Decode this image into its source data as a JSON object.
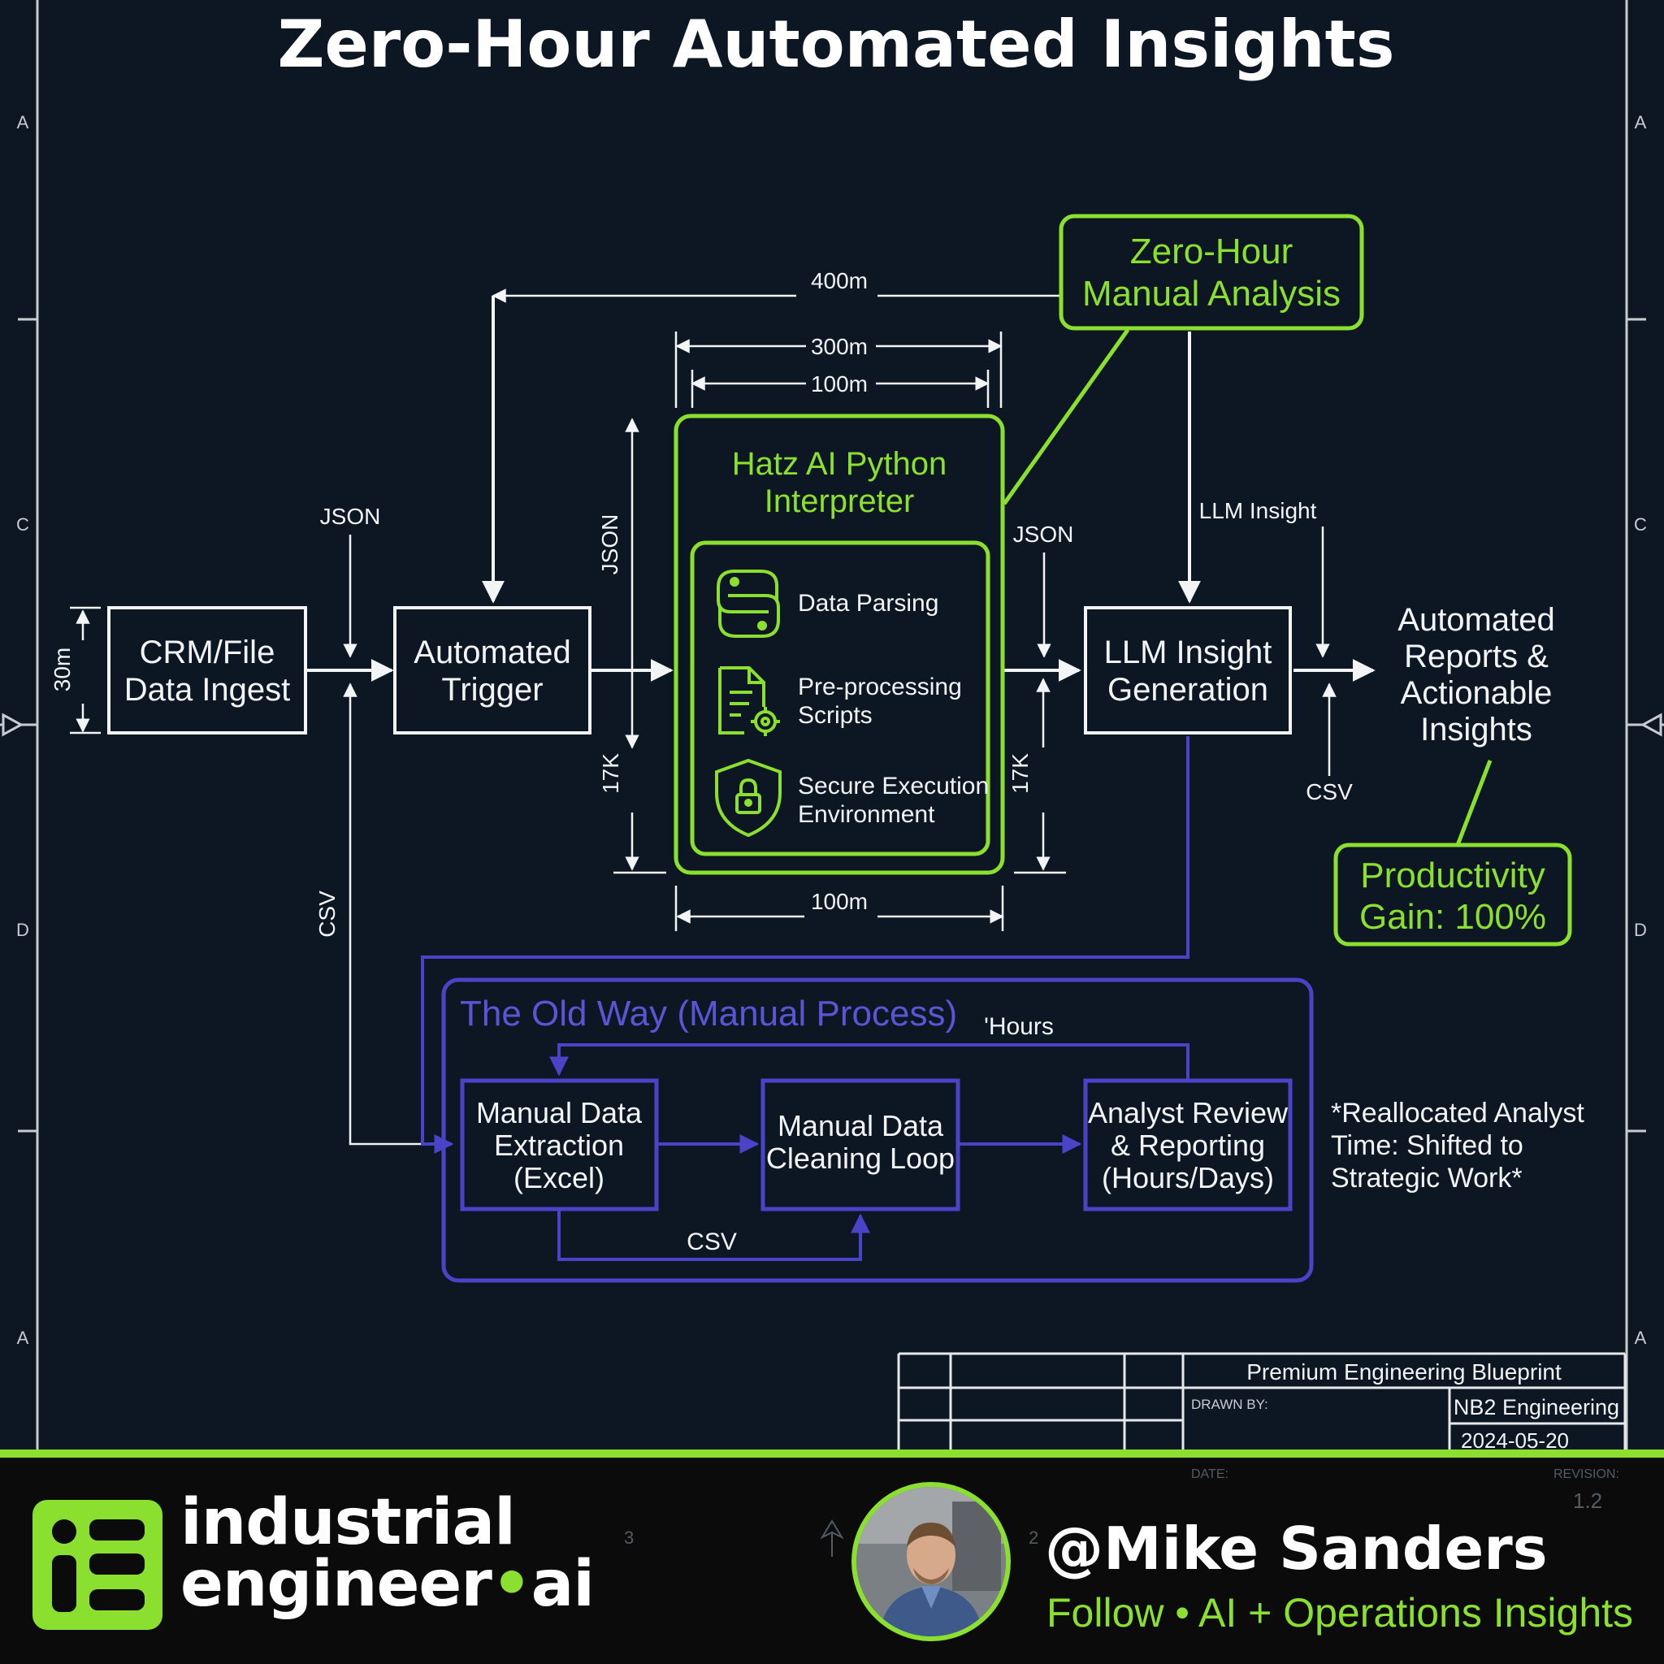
{
  "title": "Zero-Hour Automated Insights",
  "border_letters": {
    "a": "A",
    "c": "C",
    "d": "D"
  },
  "nodes": {
    "crm_ingest": [
      "CRM/File",
      "Data Ingest"
    ],
    "automated_trigger": [
      "Automated",
      "Trigger"
    ],
    "hatz_title": [
      "Hatz AI Python",
      "Interpreter"
    ],
    "data_parsing": "Data Parsing",
    "preprocessing": [
      "Pre-processing",
      "Scripts"
    ],
    "secure_env": [
      "Secure Execution",
      "Environment"
    ],
    "llm_generation": [
      "LLM Insight",
      "Generation"
    ],
    "automated_reports": [
      "Automated",
      "Reports &",
      "Actionable",
      "Insights"
    ],
    "zero_hour_callout": [
      "Zero-Hour",
      "Manual Analysis"
    ],
    "productivity_callout": [
      "Productivity",
      "Gain: 100%"
    ]
  },
  "flow_labels": {
    "json_1": "JSON",
    "json_vertical": "JSON",
    "json_2": "JSON",
    "llm_insight": "LLM Insight",
    "csv_right": "CSV",
    "csv_vertical": "CSV",
    "k17_left": "17K",
    "k17_right": "17K",
    "m30": "30m"
  },
  "dimensions": {
    "d400": "400m",
    "d300": "300m",
    "d100_top": "100m",
    "d100_bottom": "100m"
  },
  "old_way": {
    "title": "The Old Way (Manual Process)",
    "hours_label": "'Hours",
    "csv_label": "CSV",
    "extraction": [
      "Manual Data",
      "Extraction",
      "(Excel)"
    ],
    "cleaning": [
      "Manual Data",
      "Cleaning Loop"
    ],
    "review": [
      "Analyst Review",
      "& Reporting",
      "(Hours/Days)"
    ]
  },
  "reallocated_note": [
    "*Reallocated Analyst",
    "Time: Shifted to",
    "Strategic Work*"
  ],
  "title_block": {
    "header": "Premium Engineering Blueprint",
    "drawn_by_label": "DRAWN BY:",
    "drawn_by_value": "NB2 Engineering",
    "date_value": "2024-05-20",
    "date_label": "DATE:",
    "revision_label": "REVISION:",
    "revision_value": "1.2"
  },
  "footer": {
    "logo_line1": "industrial",
    "logo_line2a": "engineer",
    "logo_dot": "•",
    "logo_line2b": "ai",
    "ghost_3": "3",
    "ghost_2": "2",
    "handle": "@Mike Sanders",
    "tagline": "Follow • AI + Operations Insights"
  },
  "colors": {
    "background": "#0d1724",
    "accent_green": "#8be02f",
    "old_way_blue": "#4a43c8",
    "white": "#f2f4f6"
  }
}
